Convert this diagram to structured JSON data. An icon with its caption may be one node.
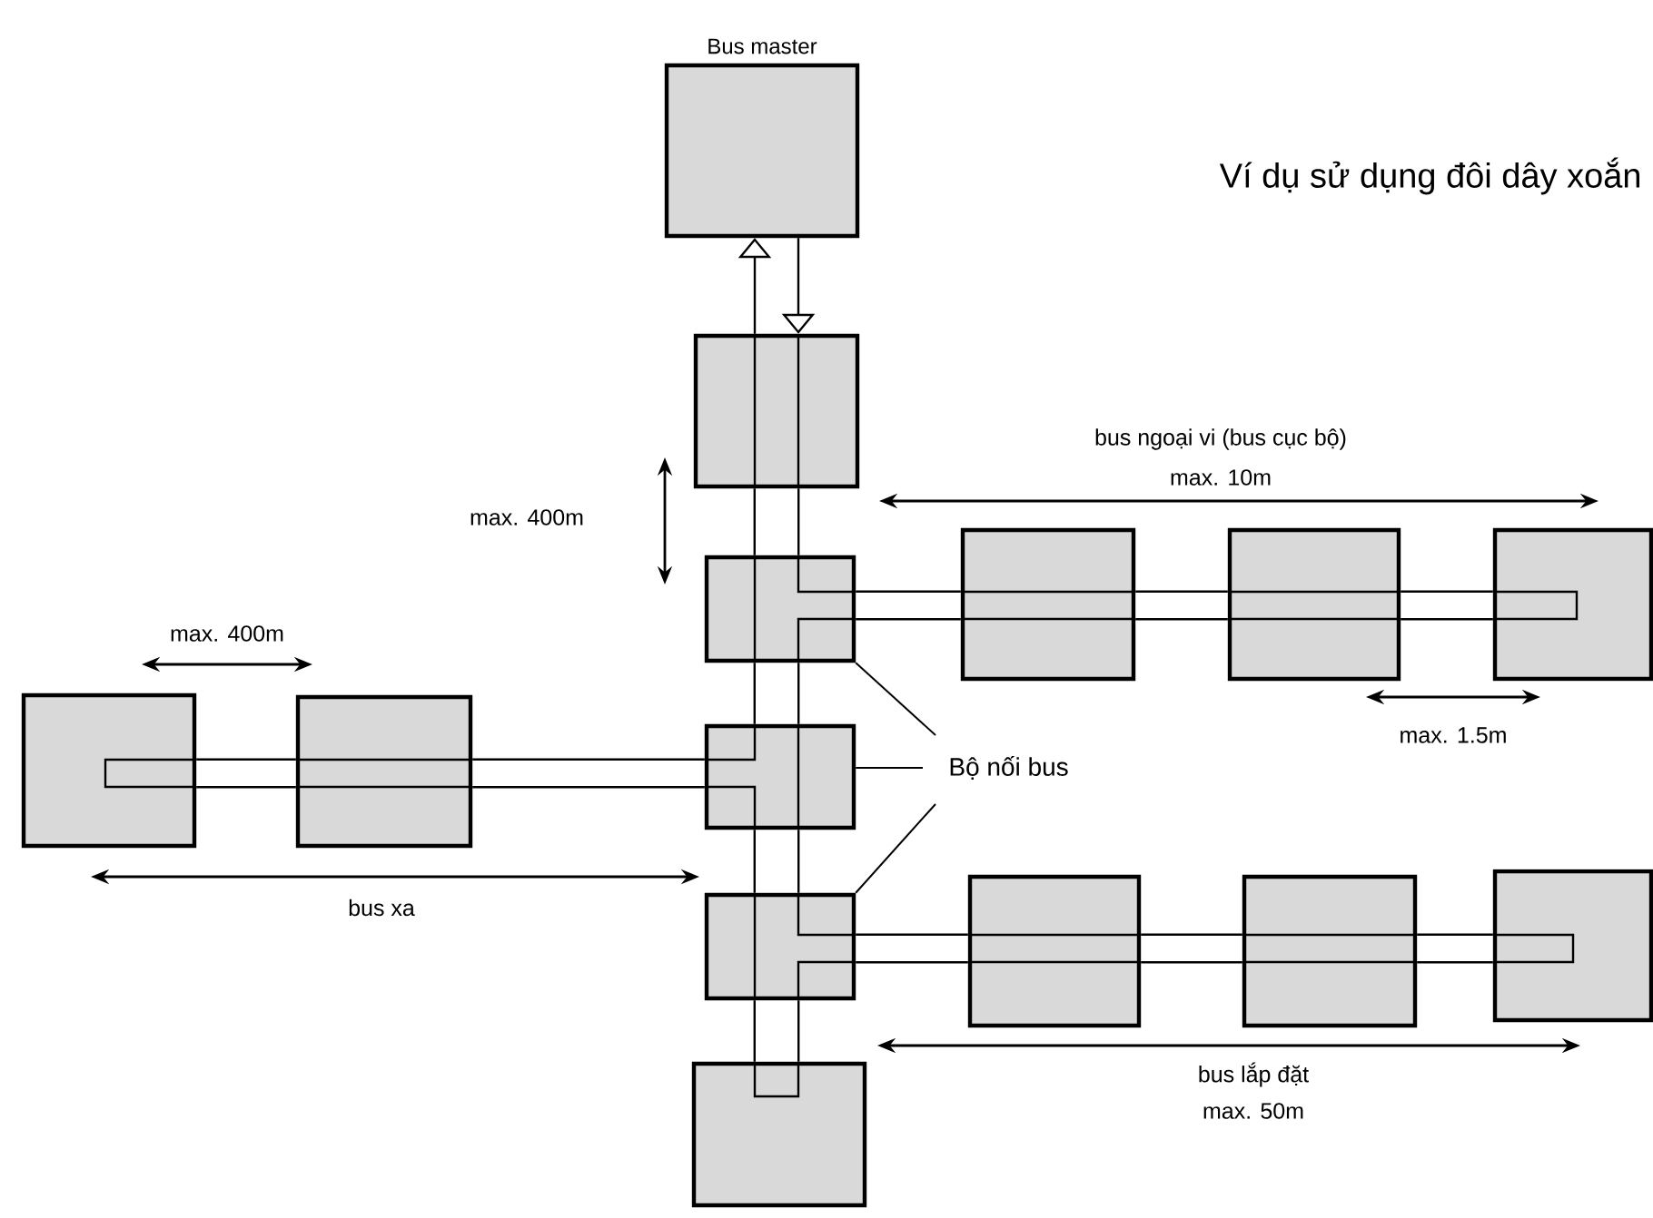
{
  "diagram": {
    "title": "Ví dụ sử dụng đôi dây xoắn",
    "nodes": [
      {
        "text": [
          "Bus master"
        ]
      },
      {
        "text": [],
        "shape": "box"
      },
      {
        "text": [],
        "shape": "box"
      },
      {
        "text": [],
        "shape": "box"
      },
      {
        "text": [],
        "shape": "box"
      },
      {
        "text": [],
        "shape": "box"
      },
      {
        "text": [],
        "shape": "box"
      },
      {
        "text": [],
        "shape": "box"
      },
      {
        "text": [],
        "shape": "box"
      },
      {
        "text": [],
        "shape": "box"
      },
      {
        "text": [],
        "shape": "box"
      },
      {
        "text": [],
        "shape": "box"
      },
      {
        "text": [],
        "shape": "box"
      },
      {
        "text": [],
        "shape": "box"
      },
      {
        "text": [
          "Bộ nối bus"
        ]
      }
    ],
    "edges": [
      {
        "from": 1,
        "to": 0,
        "arrow": "to"
      },
      {
        "from": 0,
        "to": 1,
        "arrow": "to"
      },
      {
        "from": 1,
        "to": 2,
        "arrow": "none"
      },
      {
        "from": 2,
        "to": 3,
        "arrow": "none"
      },
      {
        "from": 3,
        "to": 4,
        "arrow": "none"
      },
      {
        "from": 4,
        "to": 5,
        "arrow": "none"
      },
      {
        "from": 2,
        "to": 6,
        "arrow": "none"
      },
      {
        "from": 6,
        "to": 7,
        "arrow": "none"
      },
      {
        "from": 7,
        "to": 8,
        "arrow": "none"
      },
      {
        "from": 3,
        "to": 10,
        "arrow": "none"
      },
      {
        "from": 10,
        "to": 9,
        "arrow": "none"
      },
      {
        "from": 4,
        "to": 11,
        "arrow": "none"
      },
      {
        "from": 11,
        "to": 12,
        "arrow": "none"
      },
      {
        "from": 12,
        "to": 13,
        "arrow": "none"
      },
      {
        "from": 14,
        "to": 2,
        "arrow": "none"
      },
      {
        "from": 14,
        "to": 3,
        "arrow": "none"
      },
      {
        "from": 14,
        "to": 4,
        "arrow": "none"
      }
    ],
    "labels": [
      "bus ngoại vi (bus cục bộ)",
      "max. 10m",
      "max. 400m",
      "max. 400m",
      "max. 1.5m",
      "bus xa",
      "bus lắp đặt",
      "max. 50m"
    ]
  }
}
